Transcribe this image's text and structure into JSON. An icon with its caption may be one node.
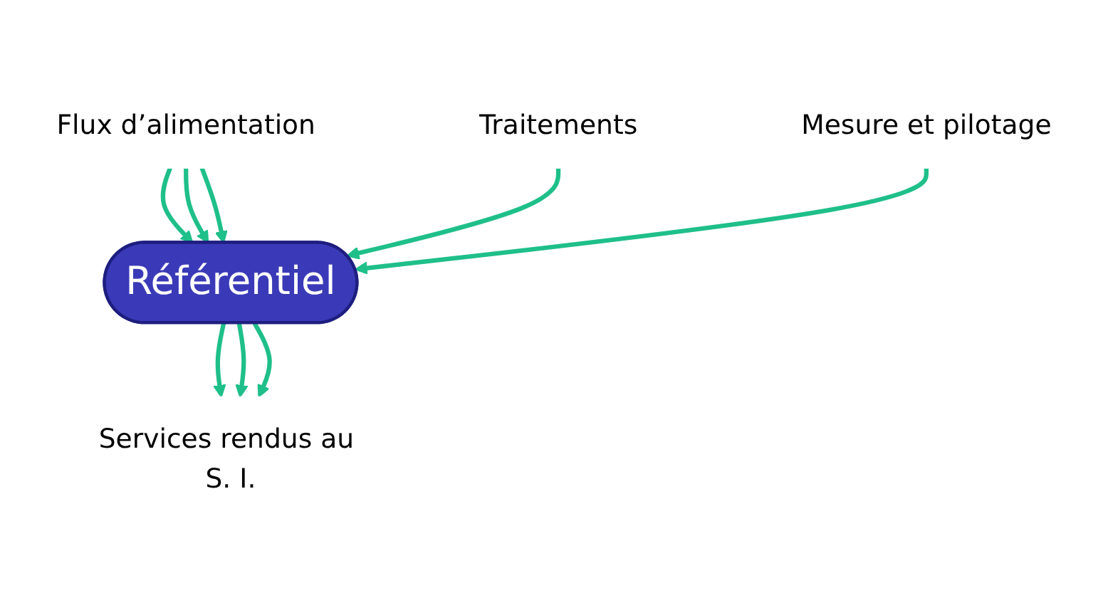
{
  "diagram": {
    "nodes": [
      {
        "text": [
          "Flux d’alimentation"
        ]
      },
      {
        "text": [
          "Traitements"
        ]
      },
      {
        "text": [
          "Référentiel"
        ]
      },
      {
        "text": [
          "Mesure et pilotage"
        ]
      },
      {
        "text": [
          "Services rendus au S. I."
        ]
      }
    ],
    "edges": [
      {
        "from": 0,
        "to": 2,
        "arrow": "to"
      },
      {
        "from": 0,
        "to": 2,
        "arrow": "to"
      },
      {
        "from": 0,
        "to": 2,
        "arrow": "to"
      },
      {
        "from": 1,
        "to": 2,
        "arrow": "to"
      },
      {
        "from": 3,
        "to": 2,
        "arrow": "to"
      },
      {
        "from": 2,
        "to": 4,
        "arrow": "to"
      },
      {
        "from": 2,
        "to": 4,
        "arrow": "to"
      },
      {
        "from": 2,
        "to": 4,
        "arrow": "to"
      }
    ]
  }
}
